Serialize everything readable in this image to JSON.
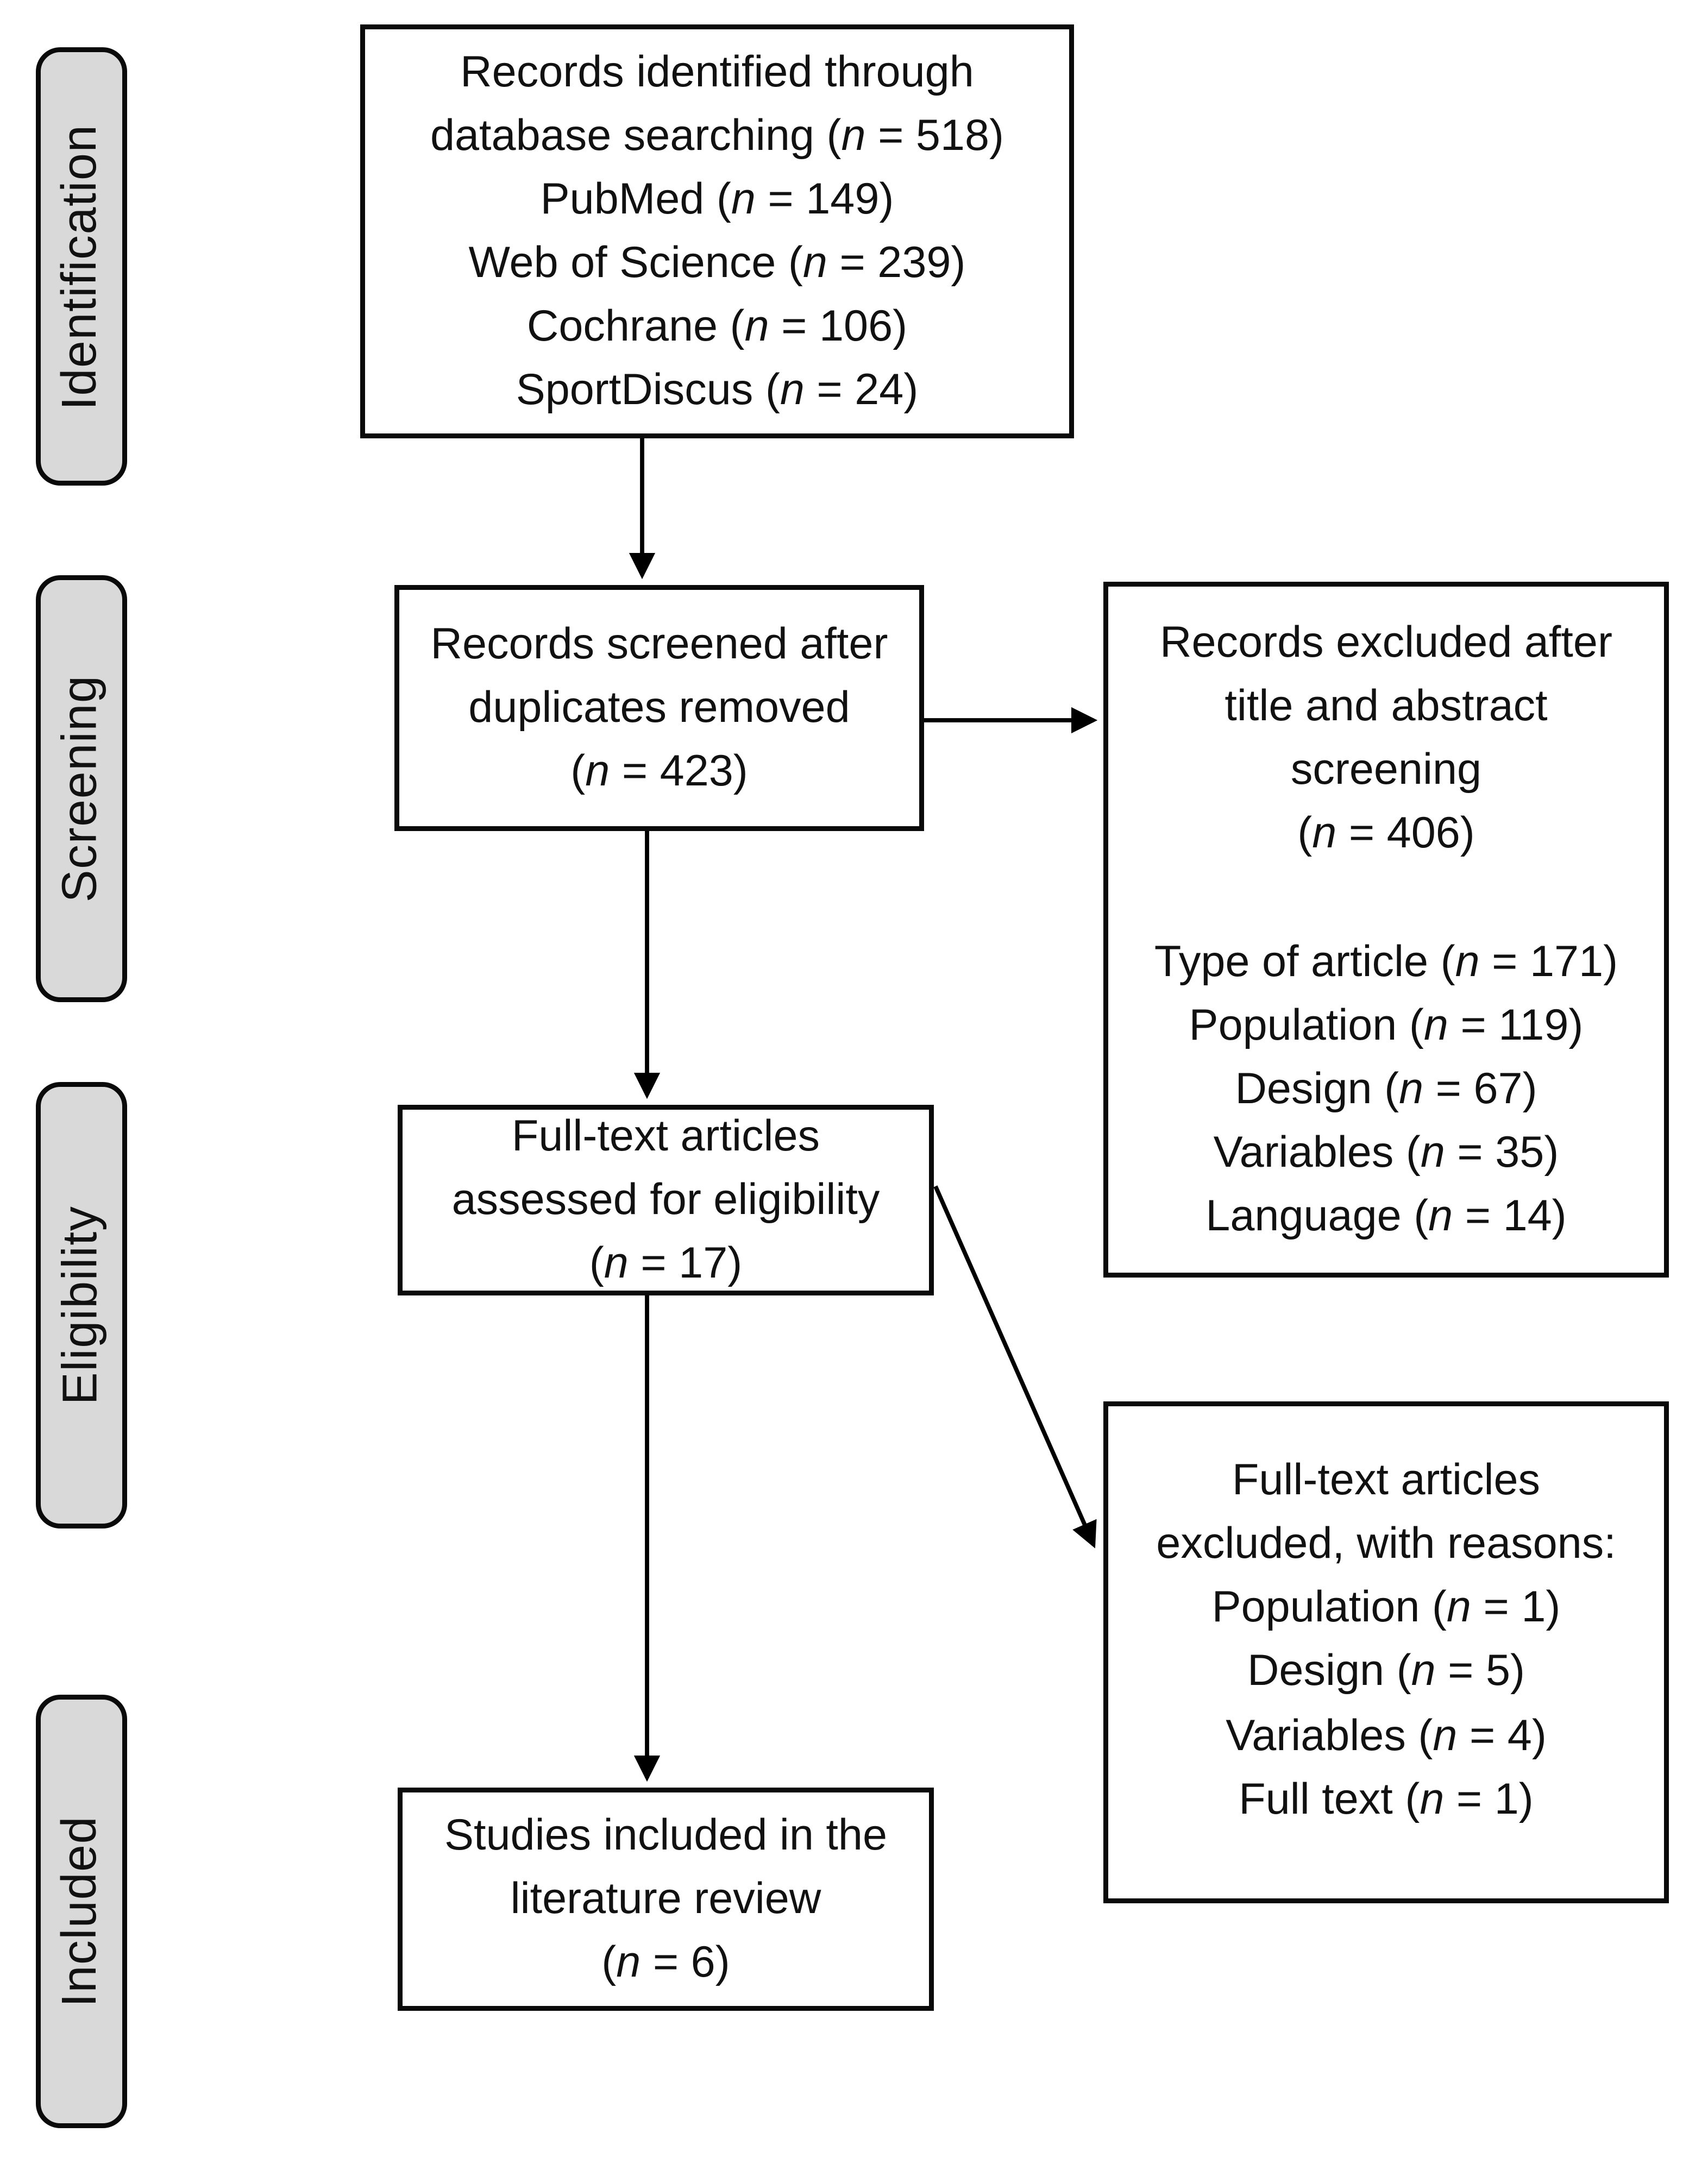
{
  "diagram": {
    "type": "flowchart",
    "title": "PRISMA literature review flow diagram",
    "colors": {
      "stage_fill": "#d9d9d9",
      "box_border": "#0a0a0a",
      "background": "#ffffff",
      "text": "#111111",
      "arrow": "#000000"
    },
    "stages": [
      {
        "id": "identification",
        "label": "Identification"
      },
      {
        "id": "screening",
        "label": "Screening"
      },
      {
        "id": "eligibility",
        "label": "Eligibility"
      },
      {
        "id": "included",
        "label": "Included"
      }
    ],
    "boxes": {
      "identified": {
        "lines": [
          "Records identified through",
          "database searching (n = 518)",
          "PubMed (n = 149)",
          "Web of Science (n = 239)",
          "Cochrane (n = 106)",
          "SportDiscus (n = 24)"
        ]
      },
      "screened": {
        "lines": [
          "Records screened after",
          "duplicates removed",
          "(n = 423)"
        ]
      },
      "excluded_screening": {
        "lines": [
          "Records excluded after",
          "title and abstract",
          "screening",
          "(n = 406)",
          "",
          "Type of article (n = 171)",
          "Population (n = 119)",
          "Design (n = 67)",
          "Variables (n = 35)",
          "Language (n = 14)"
        ]
      },
      "fulltext_assessed": {
        "lines": [
          "Full-text articles",
          "assessed for eligibility",
          "(n = 17)"
        ]
      },
      "fulltext_excluded": {
        "lines": [
          "Full-text articles",
          "excluded, with reasons:",
          "Population (n = 1)",
          "Design (n = 5)",
          "Variables (n = 4)",
          "Full text (n = 1)"
        ]
      },
      "included_studies": {
        "lines": [
          "Studies included in the",
          "literature review",
          "(n = 6)"
        ]
      }
    },
    "counts": {
      "identified_total": 518,
      "pubmed": 149,
      "web_of_science": 239,
      "cochrane": 106,
      "sportdiscus": 24,
      "screened": 423,
      "excluded_screening_total": 406,
      "excluded_type_of_article": 171,
      "excluded_population": 119,
      "excluded_design": 67,
      "excluded_variables": 35,
      "excluded_language": 14,
      "fulltext_assessed": 17,
      "fulltext_excluded_population": 1,
      "fulltext_excluded_design": 5,
      "fulltext_excluded_variables": 4,
      "fulltext_excluded_fulltext": 1,
      "included": 6
    }
  }
}
